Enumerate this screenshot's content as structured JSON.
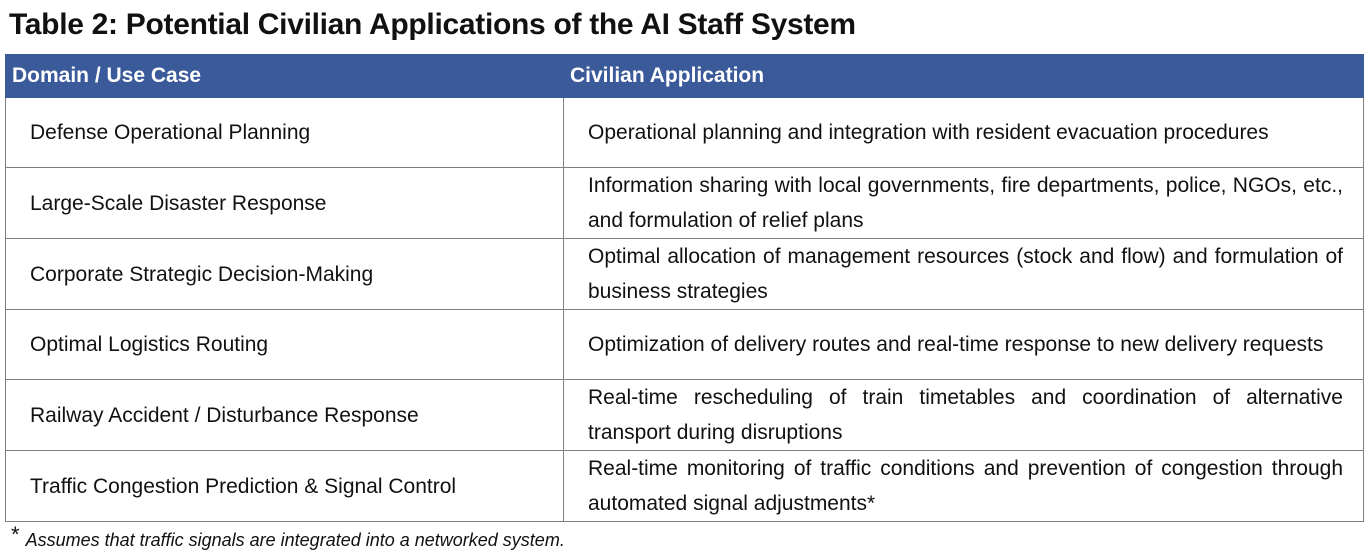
{
  "title": "Table 2: Potential Civilian Applications of the AI Staff System",
  "table": {
    "headers": [
      "Domain / Use Case",
      "Civilian Application"
    ],
    "rows": [
      {
        "domain": "Defense Operational Planning",
        "application": "Operational planning and integration with resident evacuation procedures"
      },
      {
        "domain": "Large-Scale Disaster Response",
        "application": "Information sharing with local governments, fire departments, police, NGOs, etc., and formulation of relief plans"
      },
      {
        "domain": "Corporate Strategic Decision-Making",
        "application": "Optimal allocation of management resources (stock and flow) and formulation of business strategies"
      },
      {
        "domain": "Optimal Logistics Routing",
        "application": "Optimization of delivery routes and real-time response to new delivery requests"
      },
      {
        "domain": "Railway Accident / Disturbance Response",
        "application": "Real-time rescheduling of train timetables and coordination of alternative transport during disruptions"
      },
      {
        "domain": "Traffic Congestion Prediction & Signal Control",
        "application": "Real-time monitoring of traffic conditions and prevention of congestion through automated signal adjustments*"
      }
    ]
  },
  "footnote": {
    "mark": "*",
    "text": "Assumes that traffic signals are integrated into a networked system."
  },
  "colors": {
    "header_background": "#3b5a9a",
    "header_text": "#ffffff",
    "border": "#7f7f7f"
  }
}
